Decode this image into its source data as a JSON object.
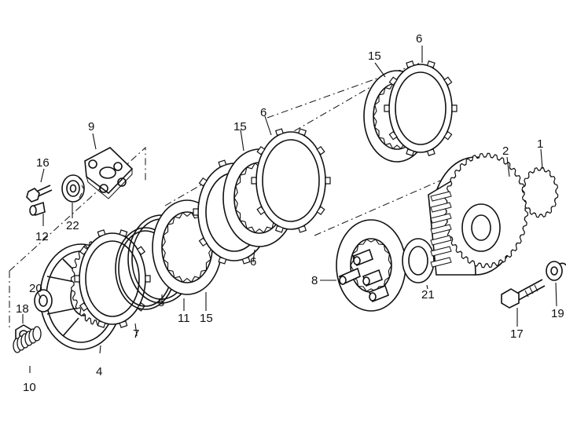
{
  "diagram": {
    "callouts": [
      {
        "id": "c1",
        "text": "1"
      },
      {
        "id": "c2",
        "text": "2"
      },
      {
        "id": "c4",
        "text": "4"
      },
      {
        "id": "c5",
        "text": "5"
      },
      {
        "id": "c6a",
        "text": "6"
      },
      {
        "id": "c6b",
        "text": "6"
      },
      {
        "id": "c6c",
        "text": "6"
      },
      {
        "id": "c7",
        "text": "7"
      },
      {
        "id": "c8",
        "text": "8"
      },
      {
        "id": "c9",
        "text": "9"
      },
      {
        "id": "c10",
        "text": "10"
      },
      {
        "id": "c11",
        "text": "11"
      },
      {
        "id": "c12",
        "text": "12"
      },
      {
        "id": "c15a",
        "text": "15"
      },
      {
        "id": "c15b",
        "text": "15"
      },
      {
        "id": "c15c",
        "text": "15"
      },
      {
        "id": "c16",
        "text": "16"
      },
      {
        "id": "c17",
        "text": "17"
      },
      {
        "id": "c18",
        "text": "18"
      },
      {
        "id": "c19",
        "text": "19"
      },
      {
        "id": "c20",
        "text": "20"
      },
      {
        "id": "c21",
        "text": "21"
      },
      {
        "id": "c22",
        "text": "22"
      }
    ],
    "line_color": "#111111",
    "background_color": "#ffffff"
  }
}
